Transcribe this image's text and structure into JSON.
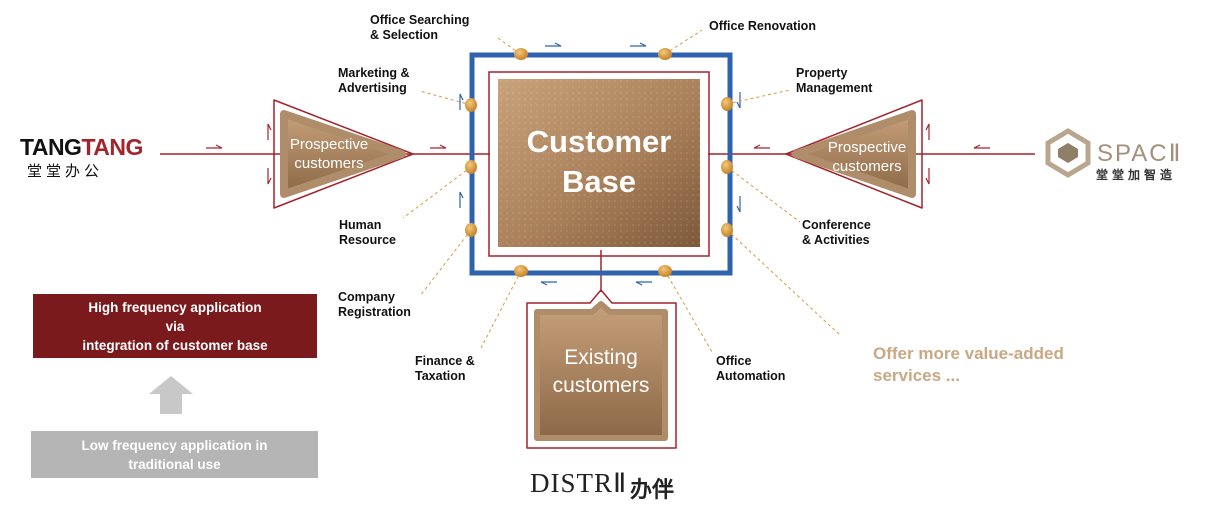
{
  "center": {
    "title_line1": "Customer",
    "title_line2": "Base"
  },
  "prospective": {
    "line1": "Prospective",
    "line2": "customers"
  },
  "existing": {
    "line1": "Existing",
    "line2": "customers"
  },
  "services": {
    "office_searching": "Office Searching\n& Selection",
    "office_renovation": "Office Renovation",
    "marketing": "Marketing &\nAdvertising",
    "property_management": "Property\nManagement",
    "human_resource": "Human\nResource",
    "conference": "Conference\n& Activities",
    "company_registration": "Company\nRegistration",
    "finance": "Finance &\nTaxation",
    "office_automation": "Office\nAutomation"
  },
  "brands": {
    "tangtang_part1": "TANG",
    "tangtang_part2": "TANG",
    "tangtang_cn": "堂堂办公",
    "spacii_en": "SPACⅡ",
    "spacii_cn": "堂堂加智造",
    "distrii_en": "DISTRⅡ",
    "distrii_cn": "办伴"
  },
  "legend": {
    "high": "High frequency application\nvia\nintegration of customer base",
    "low": "Low frequency application in\ntraditional use"
  },
  "offer": "Offer more value-added\nservices ...",
  "colors": {
    "blue": "#2f63ad",
    "red": "#a3242b",
    "dark_red": "#7a1a1d",
    "gold": "#b08d6a",
    "gray": "#b5b5b5",
    "dot": "#d49a3e"
  }
}
